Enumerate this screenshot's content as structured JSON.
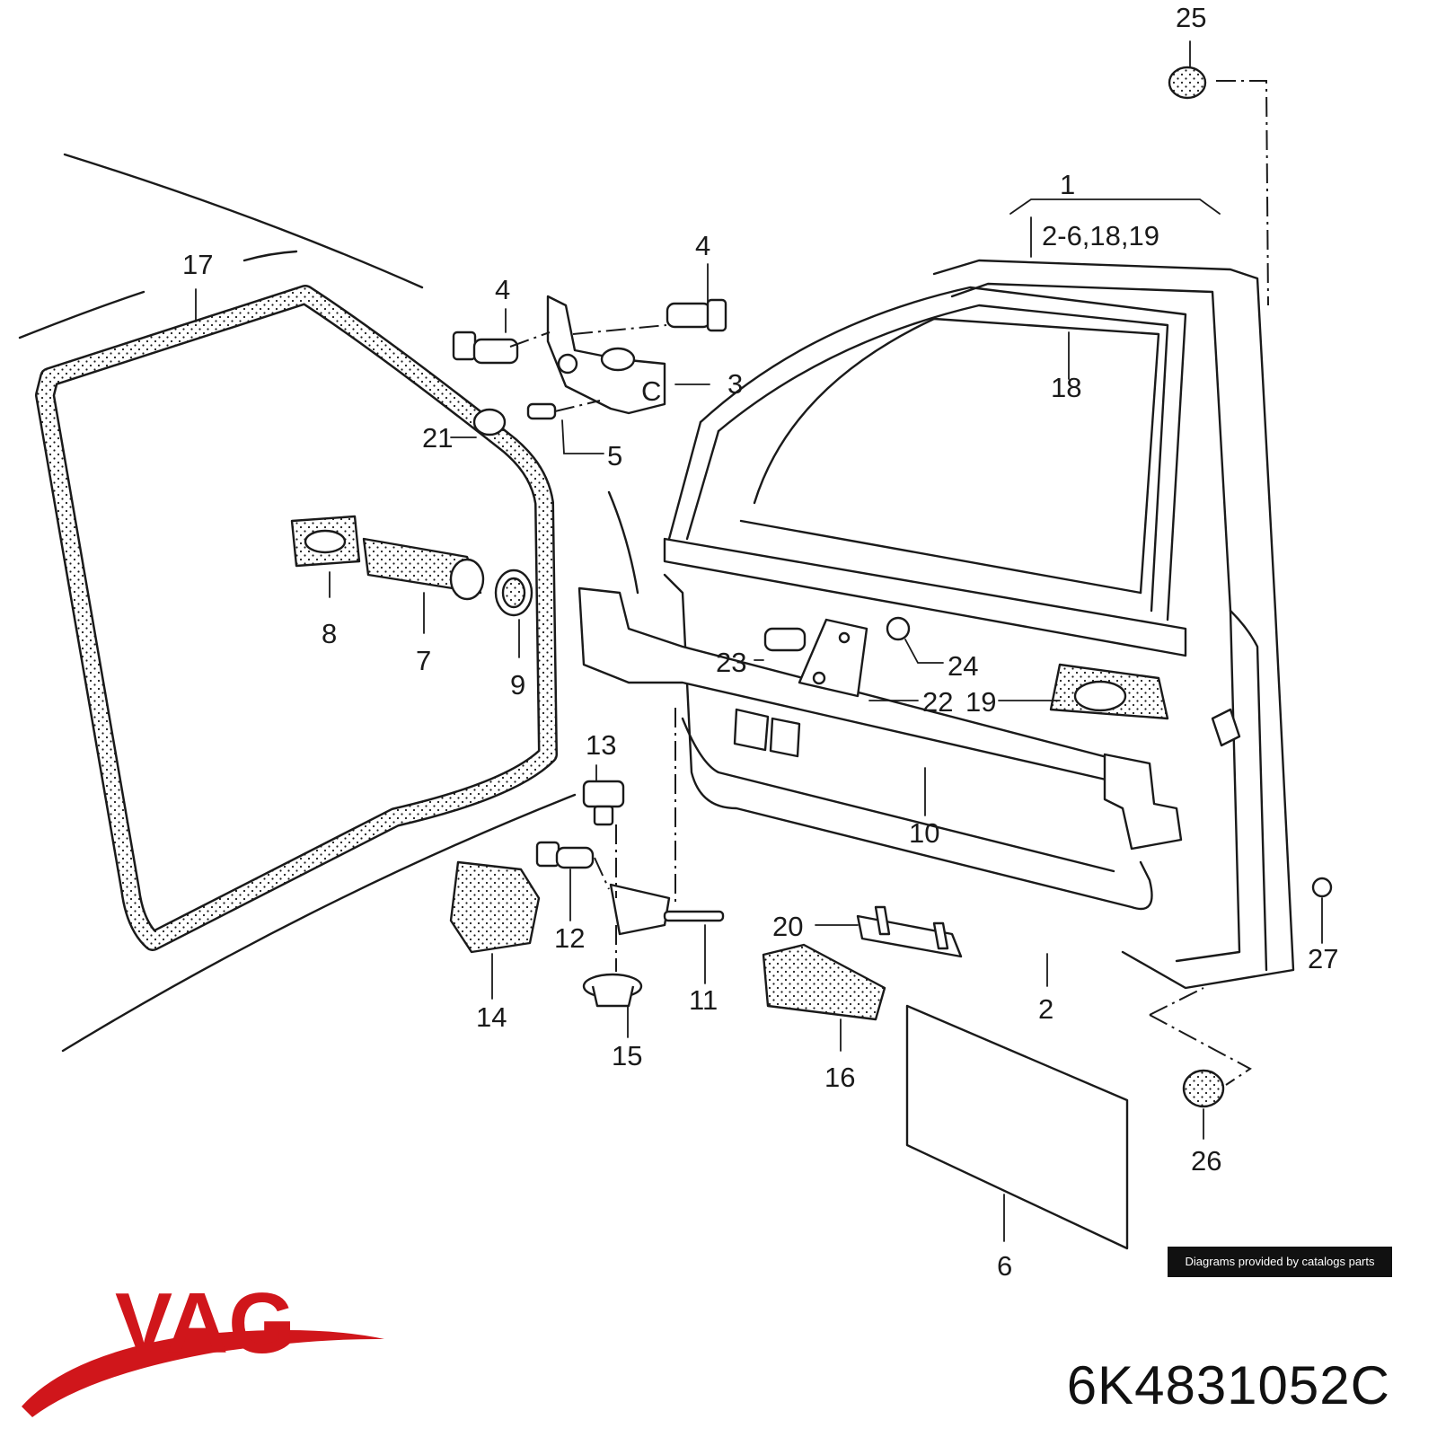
{
  "diagram": {
    "callouts": [
      {
        "id": "c1",
        "text": "1"
      },
      {
        "id": "c1sub",
        "text": "2-6,18,19"
      },
      {
        "id": "c2",
        "text": "2"
      },
      {
        "id": "c3",
        "text": "3"
      },
      {
        "id": "c4a",
        "text": "4"
      },
      {
        "id": "c4b",
        "text": "4"
      },
      {
        "id": "c5",
        "text": "5"
      },
      {
        "id": "c6",
        "text": "6"
      },
      {
        "id": "c7",
        "text": "7"
      },
      {
        "id": "c8",
        "text": "8"
      },
      {
        "id": "c9",
        "text": "9"
      },
      {
        "id": "c10",
        "text": "10"
      },
      {
        "id": "c11",
        "text": "11"
      },
      {
        "id": "c12",
        "text": "12"
      },
      {
        "id": "c13",
        "text": "13"
      },
      {
        "id": "c14",
        "text": "14"
      },
      {
        "id": "c15",
        "text": "15"
      },
      {
        "id": "c16",
        "text": "16"
      },
      {
        "id": "c17",
        "text": "17"
      },
      {
        "id": "c18",
        "text": "18"
      },
      {
        "id": "c19",
        "text": "19"
      },
      {
        "id": "c20",
        "text": "20"
      },
      {
        "id": "c21",
        "text": "21"
      },
      {
        "id": "c22",
        "text": "22"
      },
      {
        "id": "c23",
        "text": "23"
      },
      {
        "id": "c24",
        "text": "24"
      },
      {
        "id": "c25",
        "text": "25"
      },
      {
        "id": "c26",
        "text": "26"
      },
      {
        "id": "c27",
        "text": "27"
      }
    ],
    "hinge_letter": "C"
  },
  "credit": "Diagrams provided by catalogs parts",
  "brand": {
    "name": "VAG",
    "color": "#d0161b"
  },
  "part_number": "6K4831052C"
}
